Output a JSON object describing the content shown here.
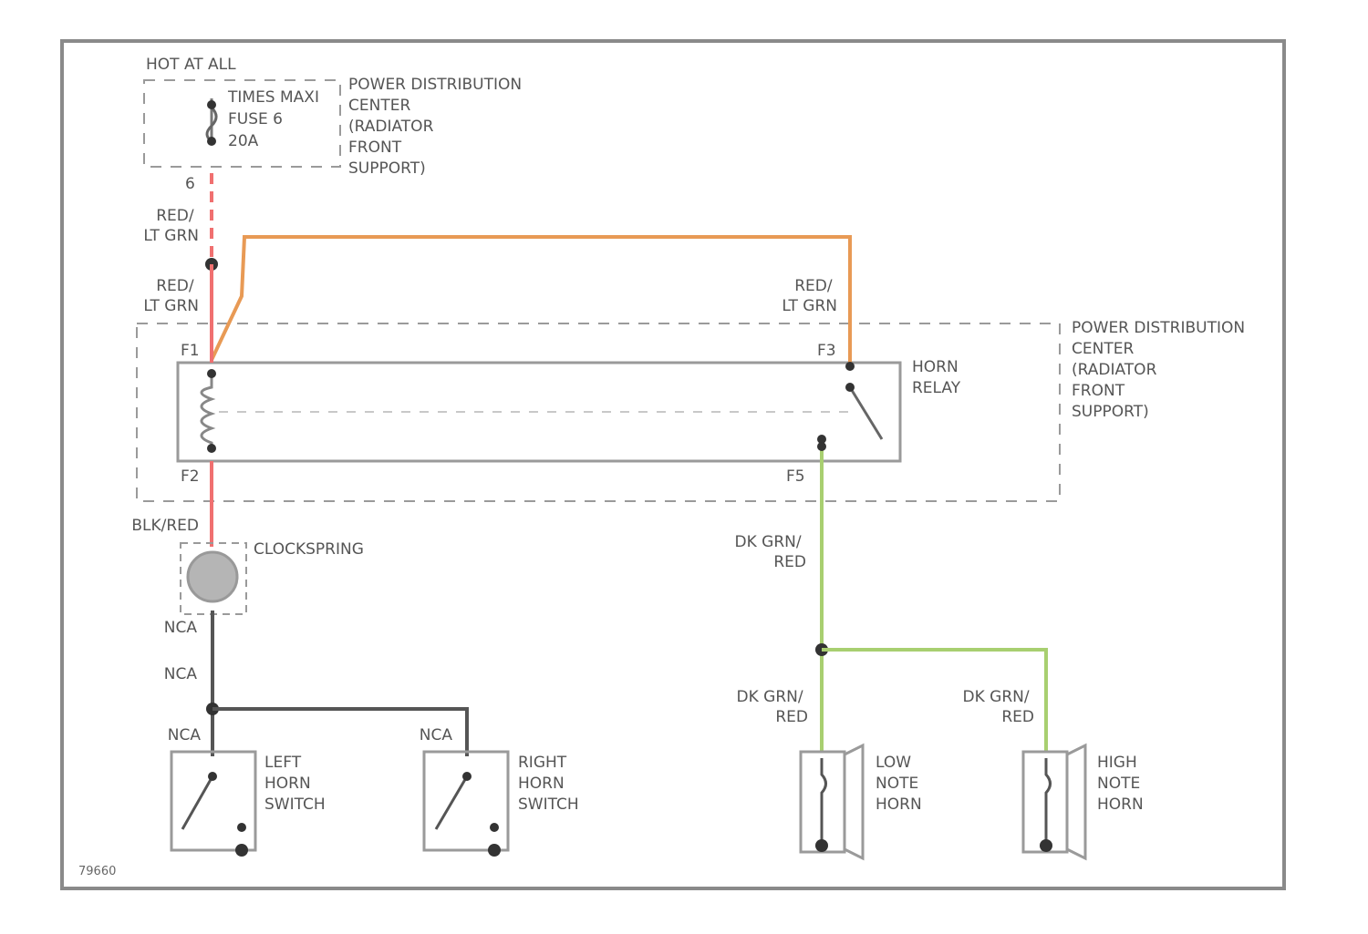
{
  "colors": {
    "red_lt_grn": "#f07070",
    "orange": "#e89a55",
    "gray": "#555555",
    "dk_grn_red": "#a8cf70"
  },
  "labels": {
    "hot_at_all": "HOT AT ALL",
    "fuse_lines": [
      "TIMES MAXI",
      "FUSE 6",
      "20A"
    ],
    "pdc_top_lines": [
      "POWER DISTRIBUTION",
      "CENTER",
      "(RADIATOR",
      "FRONT",
      "SUPPORT)"
    ],
    "pdc_right_lines": [
      "POWER DISTRIBUTION",
      "CENTER",
      "(RADIATOR",
      "FRONT",
      "SUPPORT)"
    ],
    "pin_6": "6",
    "red_lt_grn_1": [
      "RED/",
      "LT GRN"
    ],
    "red_lt_grn_2": [
      "RED/",
      "LT GRN"
    ],
    "red_lt_grn_3": [
      "RED/",
      "LT GRN"
    ],
    "pin_f1": "F1",
    "pin_f2": "F2",
    "pin_f3": "F3",
    "pin_f5": "F5",
    "horn_relay": [
      "HORN",
      "RELAY"
    ],
    "blk_red": "BLK/RED",
    "clockspring": "CLOCKSPRING",
    "nca_1": "NCA",
    "nca_2": "NCA",
    "nca_3": "NCA",
    "nca_4": "NCA",
    "dk_grn_red_1": [
      "DK GRN/",
      "RED"
    ],
    "dk_grn_red_2": [
      "DK GRN/",
      "RED"
    ],
    "dk_grn_red_3": [
      "DK GRN/",
      "RED"
    ],
    "left_horn_switch": [
      "LEFT",
      "HORN",
      "SWITCH"
    ],
    "right_horn_switch": [
      "RIGHT",
      "HORN",
      "SWITCH"
    ],
    "low_note_horn": [
      "LOW",
      "NOTE",
      "HORN"
    ],
    "high_note_horn": [
      "HIGH",
      "NOTE",
      "HORN"
    ],
    "figure_id": "79660"
  }
}
